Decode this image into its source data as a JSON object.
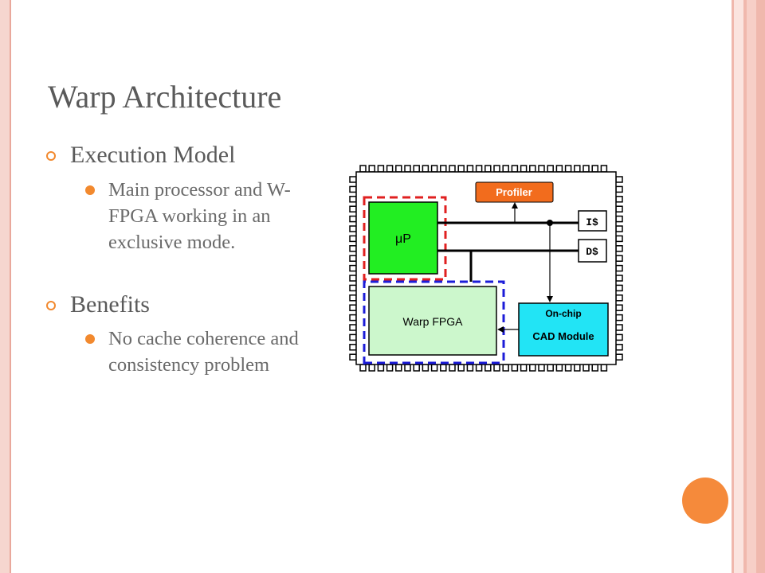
{
  "slide": {
    "title": "Warp Architecture",
    "bullets": [
      {
        "heading": "Execution Model",
        "items": [
          "Main processor and W-FPGA working in an exclusive mode."
        ]
      },
      {
        "heading": "Benefits",
        "items": [
          "No cache coherence and consistency problem"
        ]
      }
    ]
  },
  "diagram": {
    "profiler": "Profiler",
    "up": "μP",
    "icache": "I$",
    "dcache": "D$",
    "warp_fpga": "Warp FPGA",
    "cad_line1": "On-chip",
    "cad_line2": "CAD Module"
  },
  "colors": {
    "accent": "#f2892e",
    "profiler": "#f26c1d",
    "up": "#22ee22",
    "fpga": "#ccf7cc",
    "cad": "#22e4f5",
    "red_dash": "#e02020",
    "blue_dash": "#1c1cd8"
  }
}
